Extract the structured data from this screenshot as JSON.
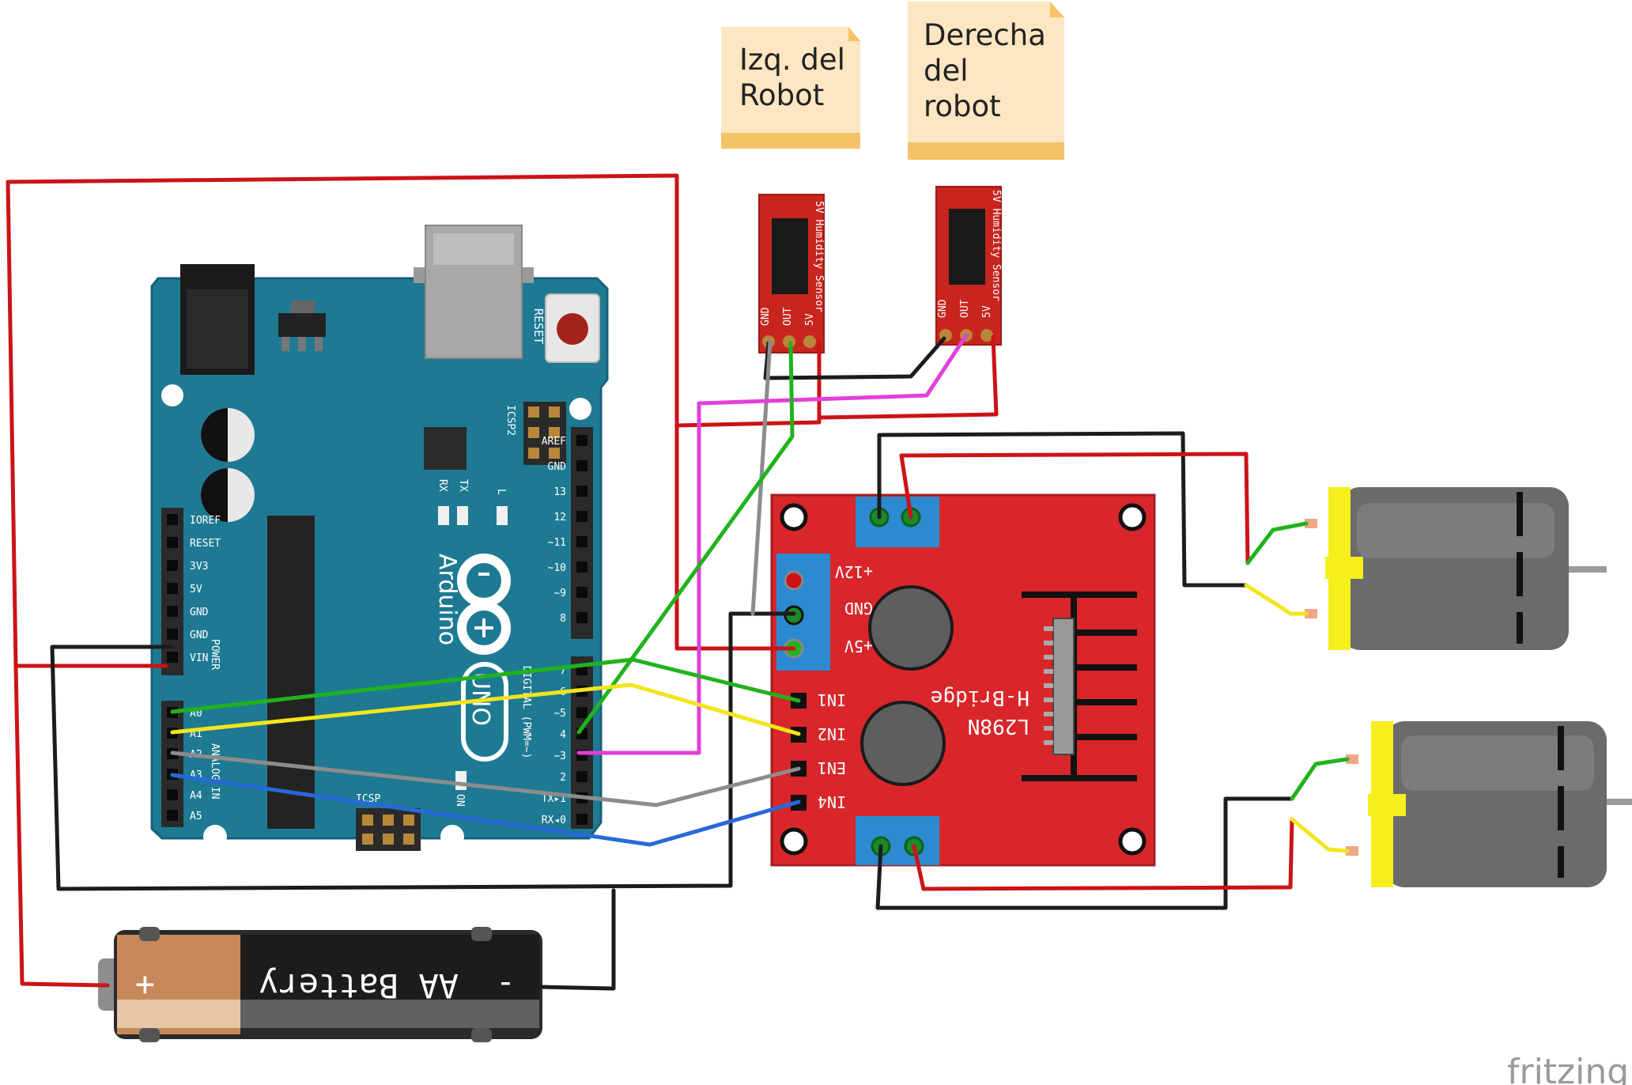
{
  "notes": {
    "left_line1": "Izq. del",
    "left_line2": "Robot",
    "right_line1": "Derecha",
    "right_line2": "del",
    "right_line3": "robot"
  },
  "sensors": {
    "label": "5V Humidity Sensor",
    "pin_gnd": "GND",
    "pin_out": "OUT",
    "pin_5v": "5V"
  },
  "arduino": {
    "brand": "Arduino",
    "model": "UNO",
    "reset_label": "RESET",
    "icsp2_label": "ICSP2",
    "icsp_label": "ICSP",
    "tx_label": "TX",
    "rx_label": "RX",
    "l_label": "L",
    "on_label": "ON",
    "digital_label": "DIGITAL (PWM=~)",
    "power_label": "POWER",
    "analog_label": "ANALOG IN",
    "power_pins": [
      "IOREF",
      "RESET",
      "3V3",
      "5V",
      "GND",
      "GND",
      "VIN"
    ],
    "analog_pins": [
      "A0",
      "A1",
      "A2",
      "A3",
      "A4",
      "A5"
    ],
    "digital_pins_top": [
      "AREF",
      "GND",
      "13",
      "12",
      "~11",
      "~10",
      "~9",
      "8"
    ],
    "digital_pins_bottom": [
      "7",
      "~6",
      "~5",
      "4",
      "~3",
      "2",
      "TX▸1",
      "RX◂0"
    ]
  },
  "hbridge": {
    "title_line1": "L298N",
    "title_line2": "H-Bridge",
    "pin_12v": "+12V",
    "pin_gnd": "GND",
    "pin_5v": "+5V",
    "inputs": [
      "IN1",
      "IN2",
      "EN1",
      "IN4"
    ]
  },
  "battery": {
    "plus": "+",
    "label": "AA Battery",
    "minus": "-"
  },
  "watermark": "fritzing",
  "colors": {
    "arduino_board": "#1e7a93",
    "hbridge_board": "#d8262b",
    "sensor_board": "#c8251f",
    "note_fill": "#fde6c1",
    "note_band": "#f6c266",
    "motor_cap": "#f7ef1c",
    "motor_body": "#6b6b6b",
    "wire_red": "#cc1316",
    "wire_black": "#1c1c1c",
    "wire_green": "#20b31d",
    "wire_yellow": "#f2e51c",
    "wire_grey": "#8c8c8c",
    "wire_blue": "#2769d9",
    "wire_magenta": "#e23fdb"
  }
}
